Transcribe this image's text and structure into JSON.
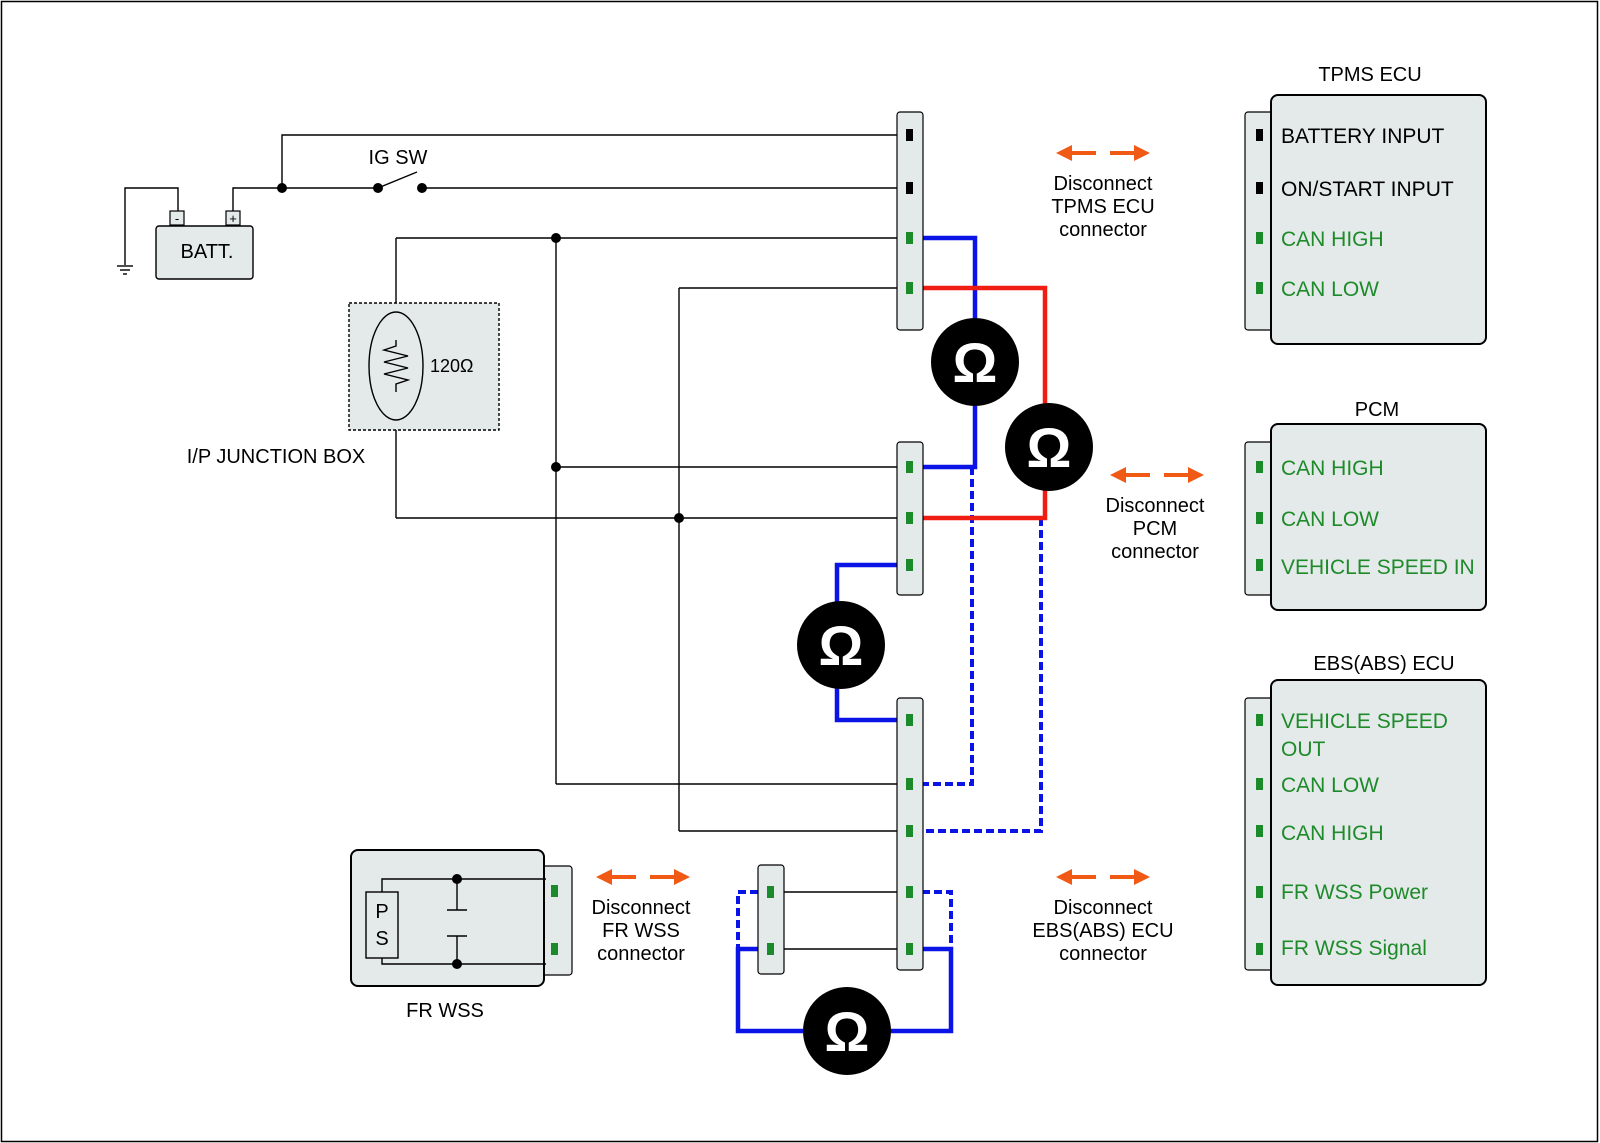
{
  "colors": {
    "wire": "#000000",
    "can_high": "#0a14e6",
    "can_low": "#f01e12",
    "pin_green": "#1a8a2a",
    "pin_black": "#000000",
    "box_fill": "#e4eaea",
    "arrow": "#f05a14",
    "green_text": "#1e8a2a"
  },
  "battery": {
    "label": "BATT.",
    "minus": "-",
    "plus": "+"
  },
  "ig_switch": {
    "label": "IG SW"
  },
  "junction_box": {
    "label": "I/P JUNCTION BOX",
    "resistor_value": "120Ω"
  },
  "meter_symbol": "Ω",
  "tpms": {
    "title": "TPMS ECU",
    "pins": [
      "BATTERY INPUT",
      "ON/START INPUT",
      "CAN HIGH",
      "CAN LOW"
    ],
    "instruction": [
      "Disconnect",
      "TPMS ECU",
      "connector"
    ]
  },
  "pcm": {
    "title": "PCM",
    "pins": [
      "CAN HIGH",
      "CAN LOW",
      "VEHICLE SPEED IN"
    ],
    "instruction": [
      "Disconnect",
      "PCM",
      "connector"
    ]
  },
  "ebs": {
    "title": "EBS(ABS) ECU",
    "pins": [
      "VEHICLE SPEED",
      "OUT",
      "CAN LOW",
      "CAN HIGH",
      "FR WSS Power",
      "FR WSS Signal"
    ],
    "instruction": [
      "Disconnect",
      "EBS(ABS) ECU",
      "connector"
    ]
  },
  "wss": {
    "title": "FR WSS",
    "ps_p": "P",
    "ps_s": "S",
    "instruction": [
      "Disconnect",
      "FR WSS",
      "connector"
    ]
  }
}
